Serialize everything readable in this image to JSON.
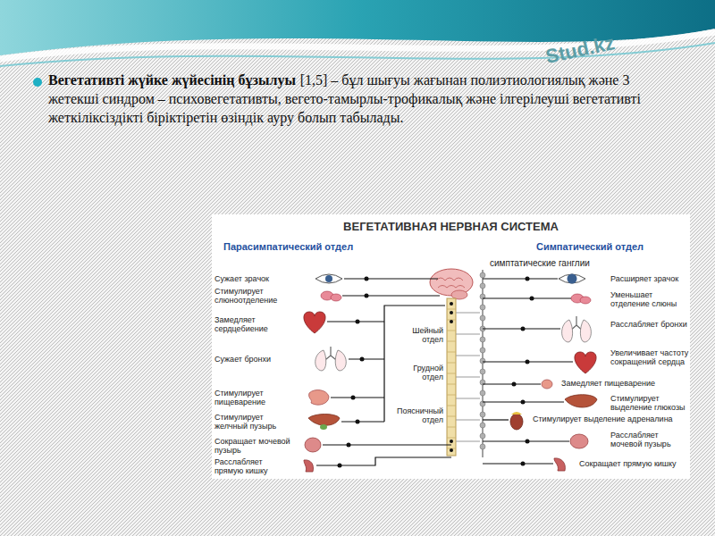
{
  "diagram": {
    "title": "ВЕГЕТАТИВНАЯ НЕРВНАЯ СИСТЕМА",
    "labels": [
      "Вегетативті жүйке жүйесінің бұзылуы",
      "[1,5] – бұл шығуы жағынан полиэтиологиялық және 3 жетекші синдром – психовегетативты, вегето-тамырлы-трофикалық және ілгерілеуші вегетативті жеткіліксіздікті біріктіретін өзіндік ауру болып табылады.",
      "Парасимпатический отдел",
      "Симпатический отдел",
      "симптатические ганглии",
      "Сужает зрачок",
      "Стимулирует слюноотделение",
      "Замедляет сердцебиение",
      "Сужает бронхи",
      "Стимулирует пищеварение",
      "Стимулирует желчный пузырь",
      "Сокращает мочевой пузырь",
      "Расслабляет прямую кишку",
      "Шейный отдел",
      "Грудной отдел",
      "Поясничный отдел",
      "Расширяет зрачок",
      "Уменьшает отделение слюны",
      "Расслабляет бронхи",
      "Увеличивает частоту сокращений сердца",
      "Замедляет пищеварение",
      "Стимулирует выделение глюкозы",
      "Стимулирует выделение адреналина",
      "Расслабляет мочевой пузырь",
      "Сокращает прямую кишку",
      "Stud.kz"
    ]
  }
}
